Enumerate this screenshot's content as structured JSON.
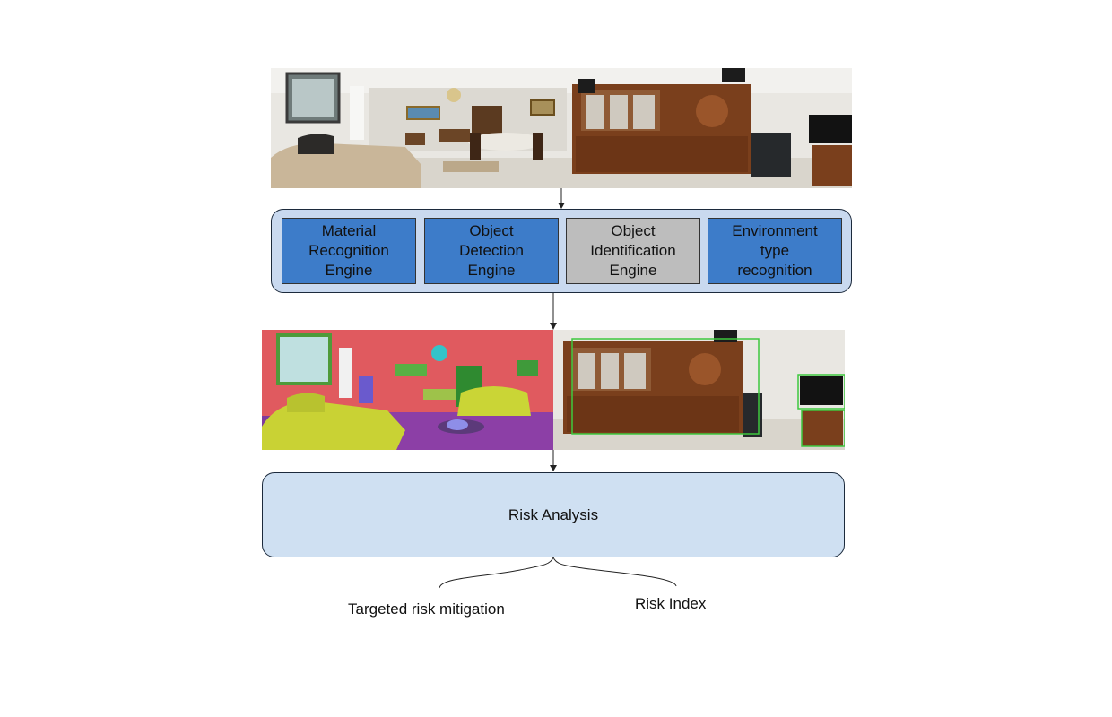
{
  "engines": [
    {
      "label": "Material\nRecognition\nEngine",
      "color": "#3d7cc9"
    },
    {
      "label": "Object\nDetection\nEngine",
      "color": "#3d7cc9"
    },
    {
      "label": "Object\nIdentification\nEngine",
      "color": "#bdbdbd"
    },
    {
      "label": "Environment\ntype\nrecognition",
      "color": "#3d7cc9"
    }
  ],
  "risk_box": {
    "label": "Risk Analysis"
  },
  "outputs": {
    "left": "Targeted risk mitigation",
    "right": "Risk Index"
  },
  "colors": {
    "engine_blue": "#3d7cc9",
    "engine_gray": "#bdbdbd",
    "panel_fill": "#c9d9ef",
    "risk_fill": "#cfe0f2",
    "detection_box": "#3ec93e"
  }
}
